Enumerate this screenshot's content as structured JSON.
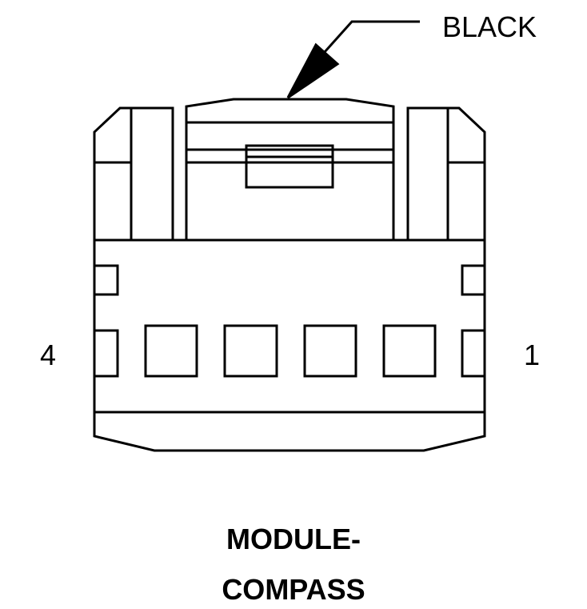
{
  "connector": {
    "wire_color": "BLACK",
    "pin_left": "4",
    "pin_right": "1",
    "title_line1": "MODULE-",
    "title_line2": "COMPASS"
  },
  "colors": {
    "stroke": "#000000",
    "background": "#ffffff"
  }
}
